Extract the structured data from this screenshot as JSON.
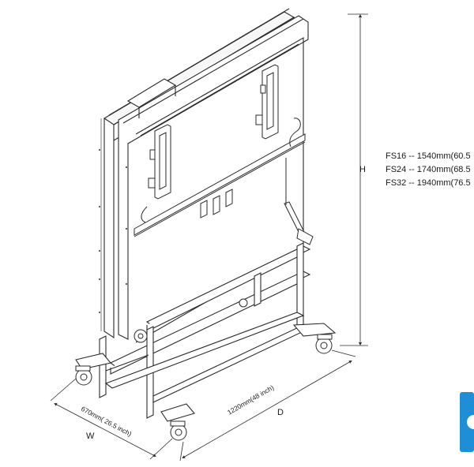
{
  "dimensions": {
    "height_label": "H",
    "depth_label": "D",
    "width_label": "W",
    "depth_value": "1220mm(48 inch)",
    "width_value": "670mm( 26.5 inch)"
  },
  "height_specs": [
    "FS16 -- 1540mm(60.5",
    "FS24 -- 1740mm(68.5",
    "FS32 -- 1940mm(76.5"
  ],
  "colors": {
    "line": "#2b2b2b",
    "badge": "#1e8fd6"
  }
}
